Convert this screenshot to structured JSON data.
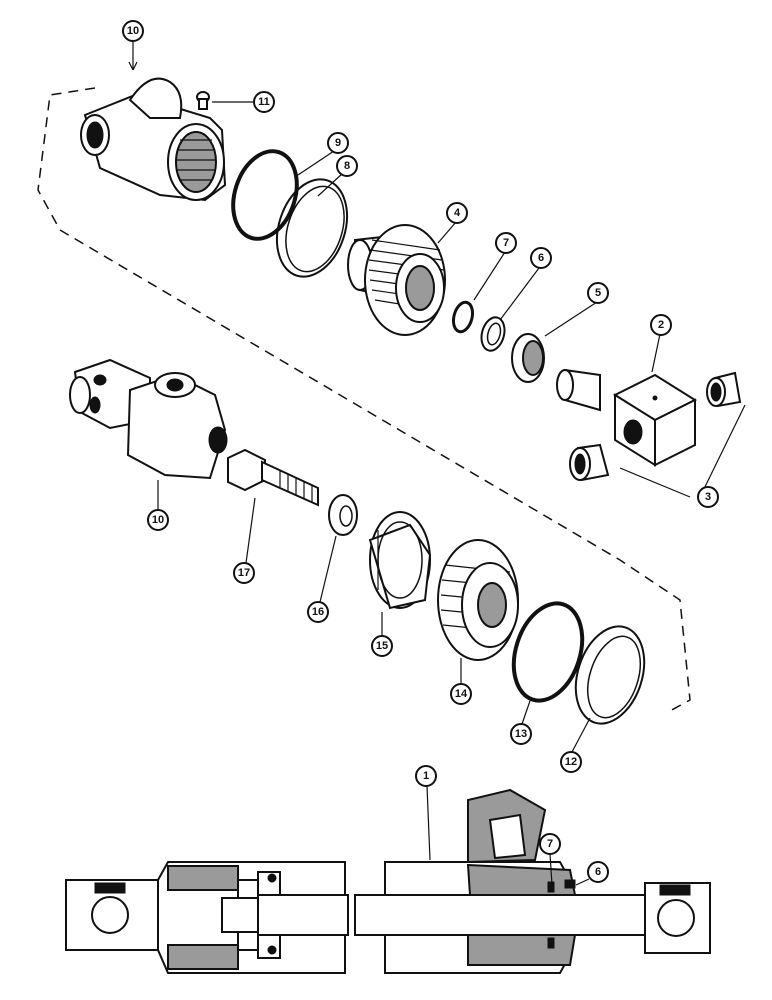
{
  "callouts": {
    "c10a": "10",
    "c11": "11",
    "c9": "9",
    "c8": "8",
    "c4": "4",
    "c7a": "7",
    "c6a": "6",
    "c5": "5",
    "c2": "2",
    "c3": "3",
    "c10b": "10",
    "c17": "17",
    "c16": "16",
    "c15": "15",
    "c14": "14",
    "c13": "13",
    "c12": "12",
    "c1": "1",
    "c7b": "7",
    "c6b": "6"
  }
}
